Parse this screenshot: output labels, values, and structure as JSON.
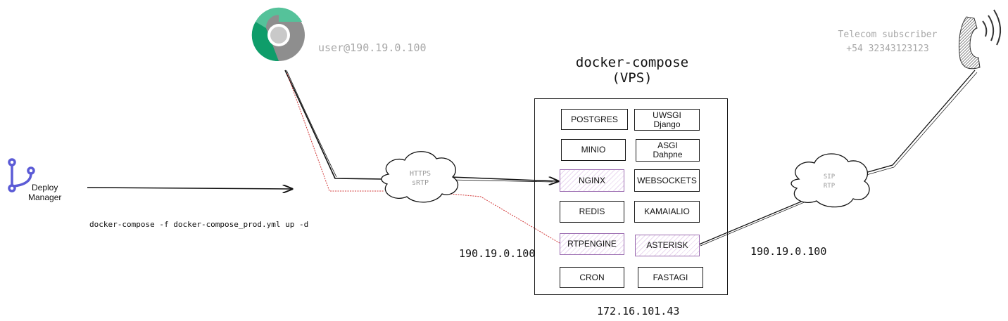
{
  "browser": {
    "label": "user@190.19.0.100"
  },
  "deploy": {
    "label_line1": "Deploy",
    "label_line2": "Manager",
    "command": "docker-compose -f docker-compose_prod.yml up -d"
  },
  "compose": {
    "title_line1": "docker-compose",
    "title_line2": "(VPS)",
    "ip_bottom": "172.16.101.43"
  },
  "clouds": {
    "web": {
      "line1": "HTTPS",
      "line2": "sRTP"
    },
    "sip": {
      "line1": "SIP",
      "line2": "RTP"
    }
  },
  "ips": {
    "left": "190.19.0.100",
    "right": "190.19.0.100"
  },
  "telecom": {
    "line1": "Telecom subscriber",
    "line2": "+54 32343123123"
  },
  "services": {
    "postgres": "POSTGRES",
    "uwsgi_1": "UWSGI",
    "uwsgi_2": "Django",
    "minio": "MINIO",
    "asgi_1": "ASGI",
    "asgi_2": "Dahpne",
    "nginx": "NGINX",
    "websockets": "WEBSOCKETS",
    "redis": "REDIS",
    "kamailio": "KAMAIALIO",
    "rtpengine": "RTPENGINE",
    "asterisk": "ASTERISK",
    "cron": "CRON",
    "fastagi": "FASTAGI"
  },
  "colors": {
    "highlight_border": "#9b6bb0",
    "red_line": "#d23a3a",
    "git_icon": "#5b5bd6",
    "chrome_green": "#0f9d6a"
  },
  "icons": {
    "browser": "chrome-icon",
    "deploy": "git-branch-icon",
    "phone": "phone-handset-icon"
  }
}
